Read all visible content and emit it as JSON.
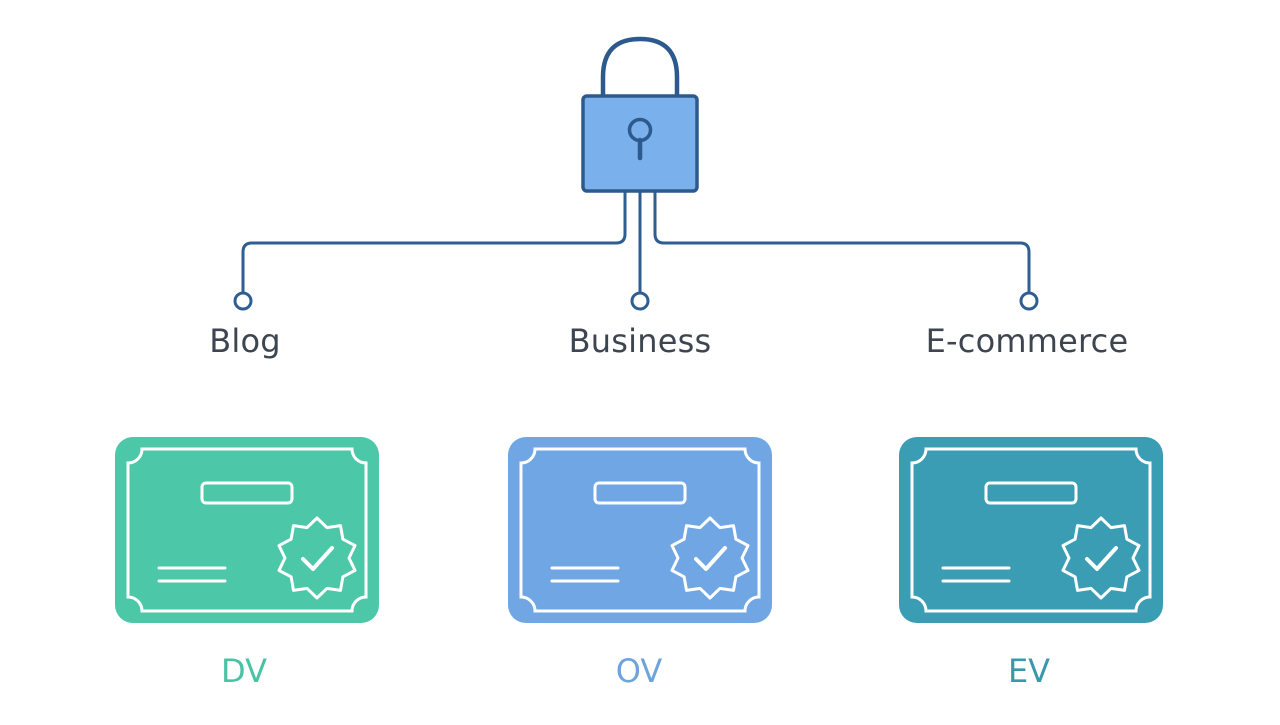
{
  "categories": [
    {
      "label": "Blog"
    },
    {
      "label": "Business"
    },
    {
      "label": "E-commerce"
    }
  ],
  "certificates": [
    {
      "type": "DV",
      "color": "#4cc7a8",
      "label_color": "#49c3a3"
    },
    {
      "type": "OV",
      "color": "#6fa6e3",
      "label_color": "#6ea3dc"
    },
    {
      "type": "EV",
      "color": "#3b9db3",
      "label_color": "#3a98ad"
    }
  ],
  "colors": {
    "line": "#2f5f92",
    "lock_fill": "#7ab0ec",
    "lock_stroke": "#2d5a8c"
  },
  "icons": {
    "root": "padlock-icon",
    "certificate": "certificate-icon",
    "seal": "verified-badge-icon"
  }
}
